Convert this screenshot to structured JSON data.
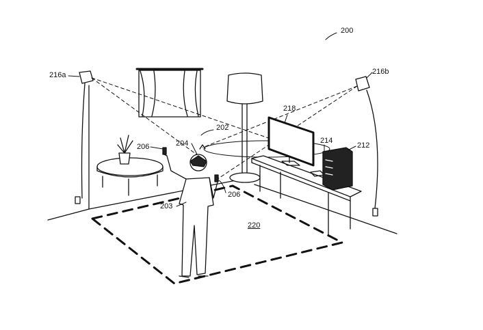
{
  "figure": {
    "labels": {
      "system": "200",
      "sensor_left": "216a",
      "sensor_right": "216b",
      "display": "218",
      "tracking_area_ref": "202",
      "headset": "204",
      "controller_left": "206",
      "controller_right": "206",
      "sensor_on_pc": "214",
      "computer": "212",
      "user": "203",
      "play_area": "220"
    }
  }
}
